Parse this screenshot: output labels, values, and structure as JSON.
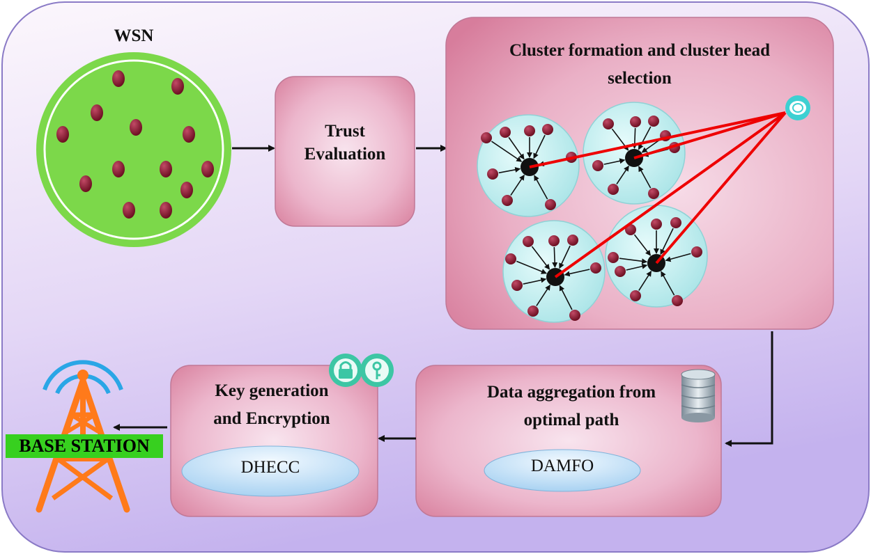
{
  "wsn": {
    "title": "WSN"
  },
  "trust": {
    "line1": "Trust",
    "line2": "Evaluation"
  },
  "cluster": {
    "line1": "Cluster formation and cluster head",
    "line2": "selection"
  },
  "aggregation": {
    "line1": "Data aggregation from",
    "line2": "optimal path",
    "algorithm": "DAMFO"
  },
  "keygen": {
    "line1": "Key generation",
    "line2": "and Encryption",
    "algorithm": "DHECC"
  },
  "base_station": {
    "label": "BASE STATION"
  },
  "colors": {
    "background_top": "#fbf3fb",
    "background_bottom": "#c9b8f0",
    "box_pink": "#e49bb8",
    "wsn_green": "#7cd84a",
    "node_red": "#8b1830",
    "cluster_cyan": "#bfeeed",
    "link_red": "#ee0000",
    "tower_orange": "#ff7a1a",
    "signal_blue": "#2aa6e6",
    "oval_blue": "#b8dcf4",
    "base_station_green": "#37d01f"
  }
}
